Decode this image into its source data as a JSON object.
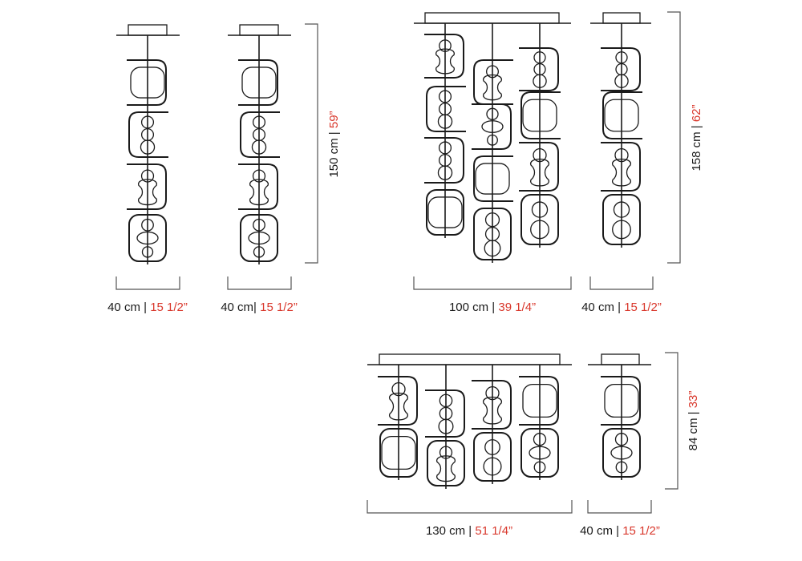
{
  "colors": {
    "line": "#1a1a1a",
    "accent": "#d9382c",
    "dimension": "#555555"
  },
  "dimensions": {
    "lamp1_width": {
      "metric": "40 cm | ",
      "imperial": "15 1/2”"
    },
    "lamp2_width": {
      "metric": "40 cm| ",
      "imperial": "15 1/2”"
    },
    "row1_height": {
      "metric": "150 cm | ",
      "imperial": "59”"
    },
    "lamp3_width": {
      "metric": "100 cm | ",
      "imperial": "39 1/4”"
    },
    "lamp4_width": {
      "metric": "40 cm | ",
      "imperial": "15 1/2”"
    },
    "row2_height": {
      "metric": "158 cm | ",
      "imperial": "62”"
    },
    "lamp5_width": {
      "metric": "130 cm | ",
      "imperial": "51 1/4”"
    },
    "lamp6_width": {
      "metric": "40 cm | ",
      "imperial": "15 1/2”"
    },
    "row3_height": {
      "metric": "84 cm | ",
      "imperial": "33”"
    }
  }
}
